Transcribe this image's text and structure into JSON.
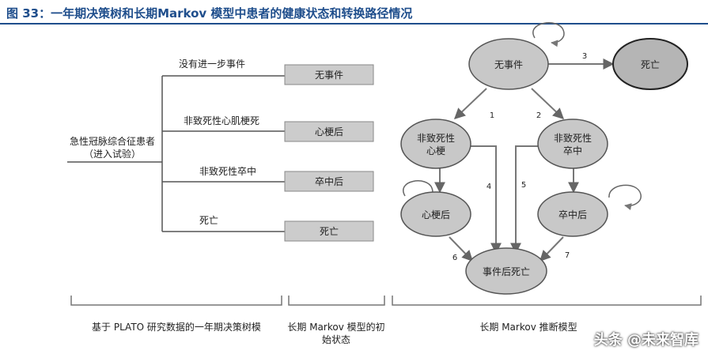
{
  "title": "图 33：一年期决策树和长期Markov 模型中患者的健康状态和转换路径情况",
  "tree": {
    "root_line1": "急性冠脉综合征患者",
    "root_line2": "（进入试验）",
    "branches": [
      {
        "label": "没有进一步事件",
        "state": "无事件"
      },
      {
        "label": "非致死性心肌梗死",
        "state": "心梗后"
      },
      {
        "label": "非致死性卒中",
        "state": "卒中后"
      },
      {
        "label": "死亡",
        "state": "死亡"
      }
    ]
  },
  "markov": {
    "nodes": {
      "no_event": "无事件",
      "death": "死亡",
      "mi_line1": "非致死性",
      "mi_line2": "心梗",
      "stroke_line1": "非致死性",
      "stroke_line2": "卒中",
      "post_mi": "心梗后",
      "post_stroke": "卒中后",
      "post_event_death": "事件后死亡"
    },
    "edge_labels": [
      "1",
      "2",
      "3",
      "4",
      "5",
      "6",
      "7"
    ]
  },
  "captions": {
    "left": "基于 PLATO 研究数据的一年期决策树模",
    "middle_line1": "长期 Markov 模型的初",
    "middle_line2": "始状态",
    "right": "长期 Markov 推断模型"
  },
  "watermark": "头条 @未来智库",
  "colors": {
    "title": "#1f4e8c",
    "node_fill": "#c8c8c8",
    "death_fill": "#b5b5b5",
    "box_fill": "#cccccc"
  }
}
